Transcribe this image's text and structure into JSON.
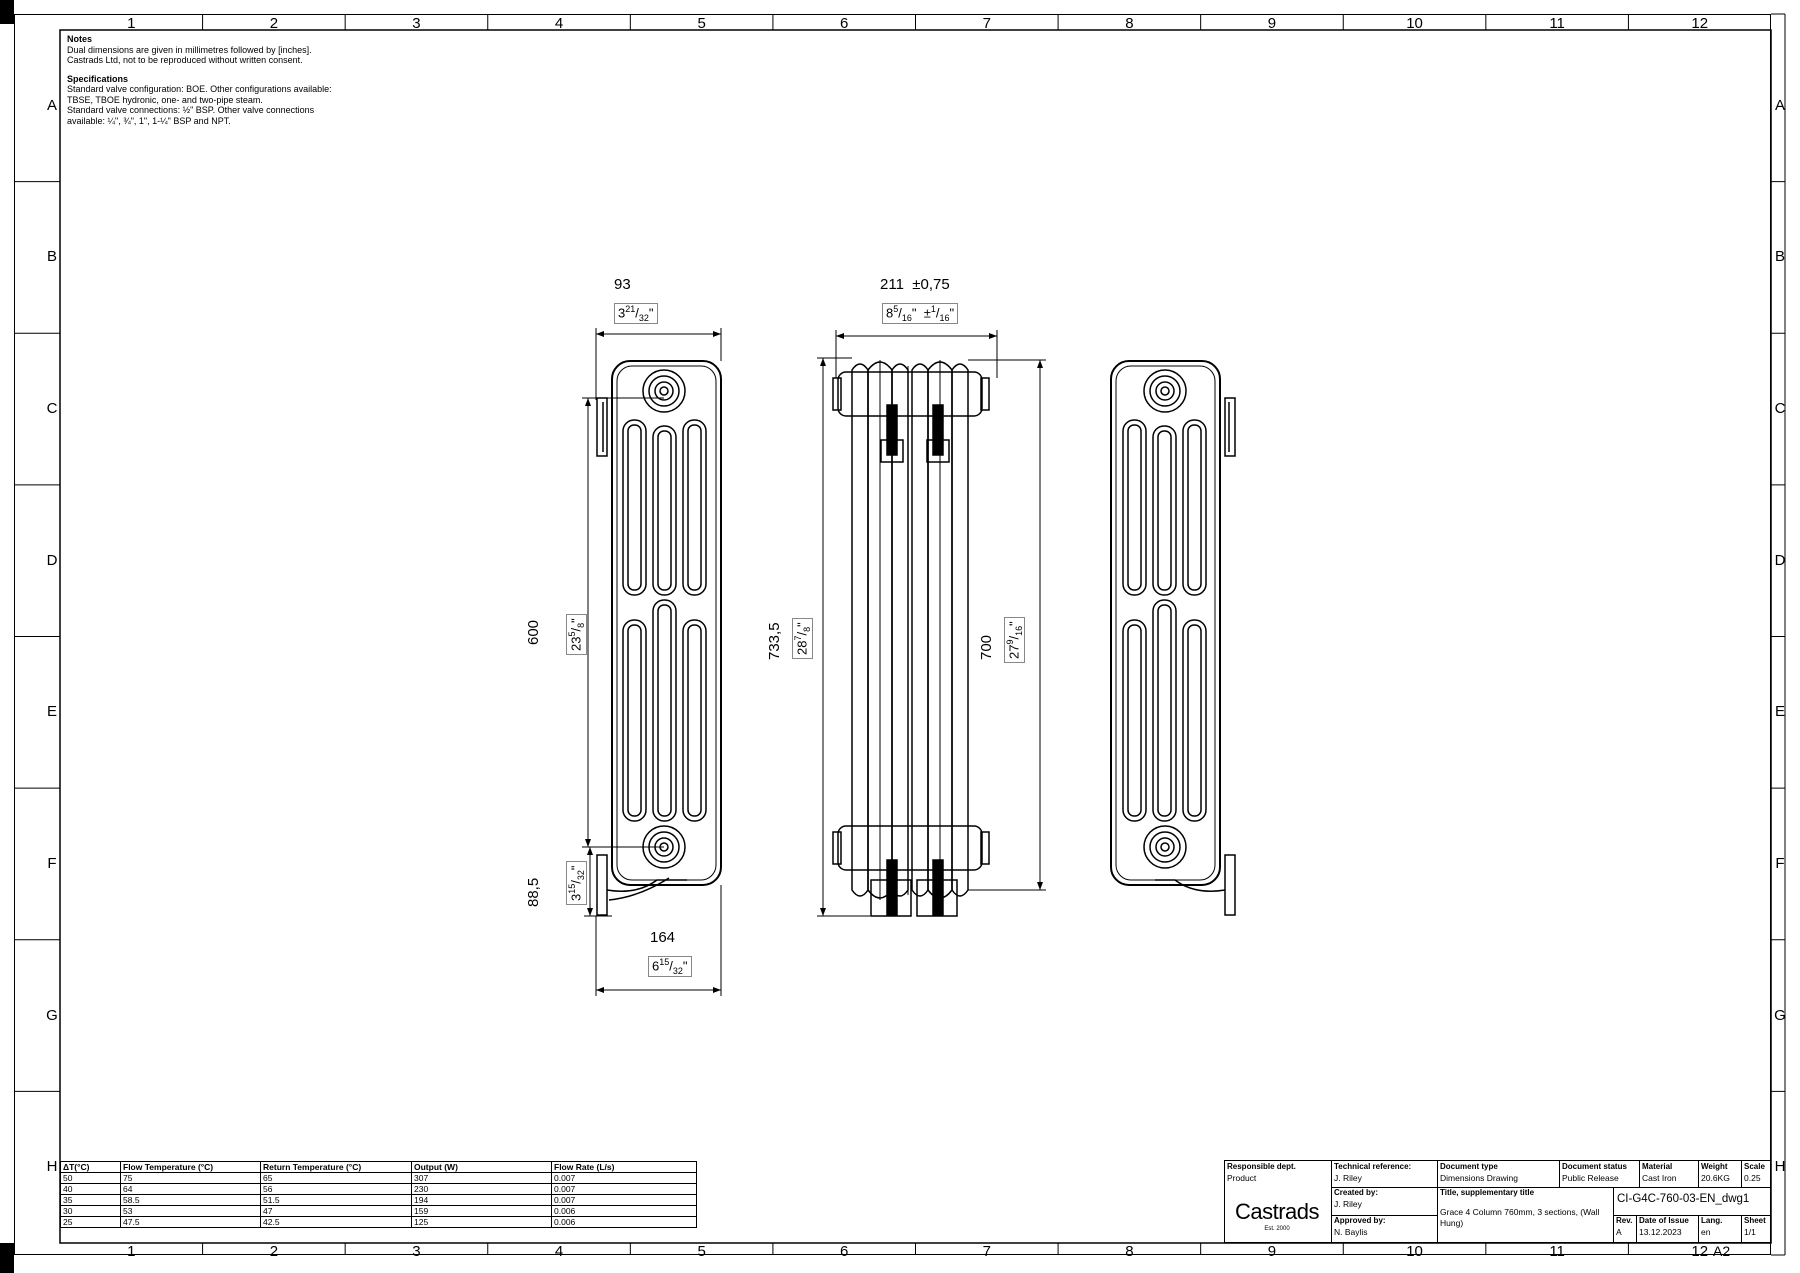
{
  "frame": {
    "columns": [
      "1",
      "2",
      "3",
      "4",
      "5",
      "6",
      "7",
      "8",
      "9",
      "10",
      "11",
      "12"
    ],
    "rows": [
      "A",
      "B",
      "C",
      "D",
      "E",
      "F",
      "G",
      "H"
    ]
  },
  "notes": {
    "heading": "Notes",
    "lines": [
      "Dual dimensions are given in millimetres followed by [inches].",
      "Castrads Ltd, not to be reproduced without written consent."
    ],
    "spec_heading": "Specifications",
    "spec_lines": [
      "Standard valve configuration: BOE. Other configurations available:",
      "TBSE, TBOE hydronic, one- and two-pipe steam.",
      "Standard valve connections: ½\" BSP. Other valve connections",
      "available: ¼\", ¾\", 1\", 1-¼\" BSP and NPT."
    ]
  },
  "dimensions": {
    "depth_mm": "93",
    "depth_in_whole": "3",
    "depth_in_frac_num": "21",
    "depth_in_frac_den": "32",
    "width_mm": "211",
    "width_tol": "±0,75",
    "width_in_whole": "8",
    "width_in_frac_num": "5",
    "width_in_frac_den": "16",
    "width_tol_in_num": "1",
    "width_tol_in_den": "16",
    "centres_mm": "600",
    "centres_in_whole": "23",
    "centres_in_frac_num": "5",
    "centres_in_frac_den": "8",
    "overall_h_mm": "733,5",
    "overall_h_in_whole": "28",
    "overall_h_in_frac_num": "7",
    "overall_h_in_frac_den": "8",
    "section_h_mm": "700",
    "section_h_in_whole": "27",
    "section_h_in_frac_num": "9",
    "section_h_in_frac_den": "16",
    "bottom_mm": "88,5",
    "bottom_in_whole": "3",
    "bottom_in_frac_num": "15",
    "bottom_in_frac_den": "32",
    "bracket_mm": "164",
    "bracket_in_whole": "6",
    "bracket_in_frac_num": "15",
    "bracket_in_frac_den": "32"
  },
  "performance_table": {
    "headers": [
      "ΔT(°C)",
      "Flow Temperature (°C)",
      "Return Temperature (°C)",
      "Output (W)",
      "Flow Rate (L/s)"
    ],
    "rows": [
      [
        "50",
        "75",
        "65",
        "307",
        "0.007"
      ],
      [
        "40",
        "64",
        "56",
        "230",
        "0.007"
      ],
      [
        "35",
        "58.5",
        "51.5",
        "194",
        "0.007"
      ],
      [
        "30",
        "53",
        "47",
        "159",
        "0.006"
      ],
      [
        "25",
        "47.5",
        "42.5",
        "125",
        "0.006"
      ]
    ]
  },
  "title_block": {
    "responsible_dept_label": "Responsible dept.",
    "responsible_dept": "Product",
    "technical_ref_label": "Technical reference:",
    "technical_ref": "J. Riley",
    "document_type_label": "Document type",
    "document_type": "Dimensions Drawing",
    "document_status_label": "Document status",
    "document_status": "Public Release",
    "material_label": "Material",
    "material": "Cast Iron",
    "weight_label": "Weight",
    "weight": "20.6KG",
    "scale_label": "Scale",
    "scale": "0.25",
    "created_by_label": "Created by:",
    "created_by": "J. Riley",
    "approved_by_label": "Approved by:",
    "approved_by": "N. Baylis",
    "title_label": "Title, supplementary title",
    "title": "Grace 4 Column 760mm, 3 sections, (Wall Hung)",
    "drawing_id": "CI-G4C-760-03-EN_dwg1",
    "rev_label": "Rev.",
    "rev": "A",
    "date_label": "Date of Issue",
    "date": "13.12.2023",
    "lang_label": "Lang.",
    "lang": "en",
    "sheet_label": "Sheet",
    "sheet": "1/1",
    "paper_size": "A2",
    "logo_name": "Castrads",
    "logo_est": "Est. 2000"
  }
}
